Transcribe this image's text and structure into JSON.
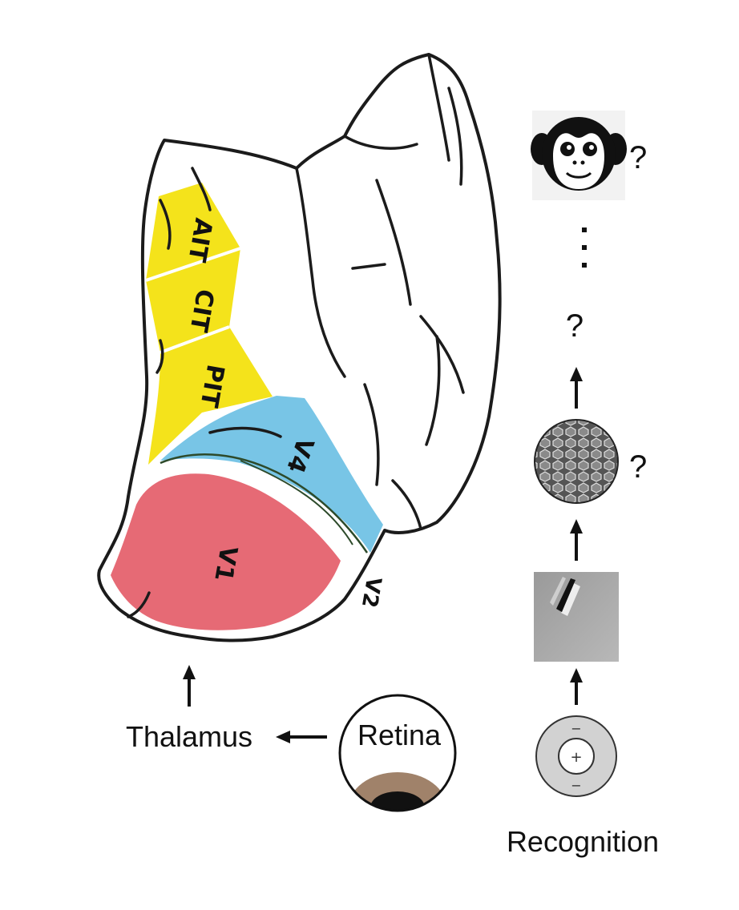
{
  "brain": {
    "areas": [
      {
        "id": "aits",
        "label": "AIT",
        "color": "#f4e31b"
      },
      {
        "id": "cit",
        "label": "CIT",
        "color": "#f4e31b"
      },
      {
        "id": "pit",
        "label": "PIT",
        "color": "#f4e31b"
      },
      {
        "id": "v4",
        "label": "V4",
        "color": "#78c5e6"
      },
      {
        "id": "v1",
        "label": "V1",
        "color": "#e66a75"
      }
    ],
    "v2_label": "V2"
  },
  "pathway": {
    "retina_label": "Retina",
    "thalamus_label": "Thalamus"
  },
  "hierarchy": {
    "question_marks": [
      "?",
      "?",
      "?"
    ],
    "ellipsis_icon": "vertical-ellipsis",
    "top_icon": "monkey-face-icon",
    "mid_icon": "hexagon-texture-icon",
    "low_icon": "oriented-edge-filter-icon",
    "bottom_icon": "center-surround-receptive-field-icon",
    "surround_signs": [
      "−",
      "−"
    ],
    "center_sign": "+",
    "caption": "Recognition"
  }
}
